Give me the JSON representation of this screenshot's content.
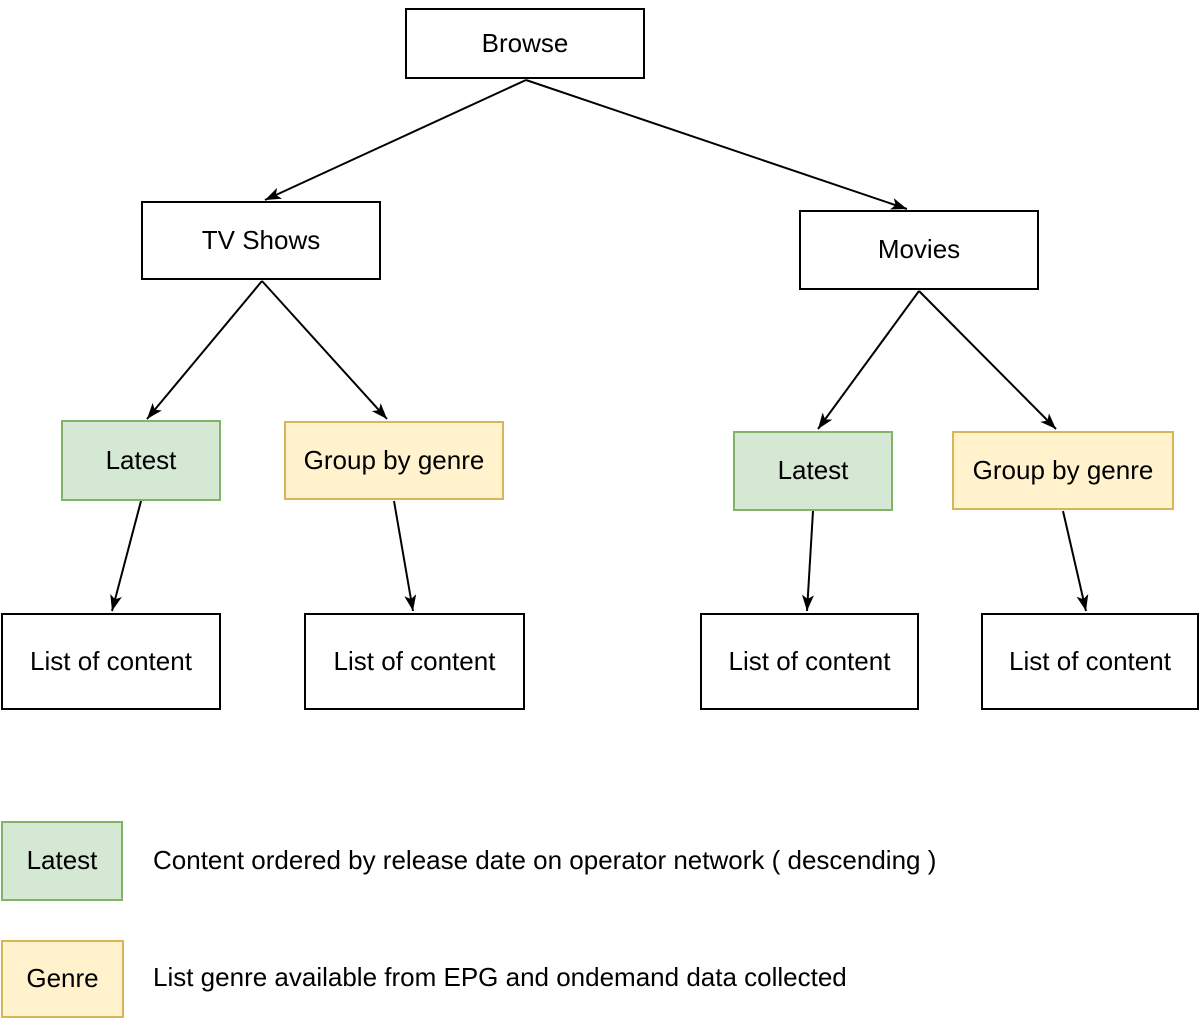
{
  "nodes": {
    "browse": "Browse",
    "tv_shows": "TV Shows",
    "movies": "Movies",
    "tv_latest": "Latest",
    "tv_group_by_genre": "Group by genre",
    "movies_latest": "Latest",
    "movies_group_by_genre": "Group by genre",
    "tv_latest_list": "List of content",
    "tv_genre_list": "List of content",
    "movies_latest_list": "List of content",
    "movies_genre_list": "List of content"
  },
  "legend": {
    "items": [
      {
        "label": "Latest",
        "fill": "#d5e8d4",
        "border": "#82b366",
        "description": "Content ordered by release date on operator network ( descending )"
      },
      {
        "label": "Genre",
        "fill": "#fff2cc",
        "border": "#d6b656",
        "description": "List genre available from EPG and ondemand data collected"
      }
    ]
  },
  "colors": {
    "latest_fill": "#d5e8d4",
    "latest_border": "#82b366",
    "genre_fill": "#fff2cc",
    "genre_border": "#d6b656",
    "plain_node_fill": "#ffffff",
    "plain_node_border": "#000000",
    "connector": "#000000",
    "text": "#000000",
    "background": "#ffffff"
  }
}
